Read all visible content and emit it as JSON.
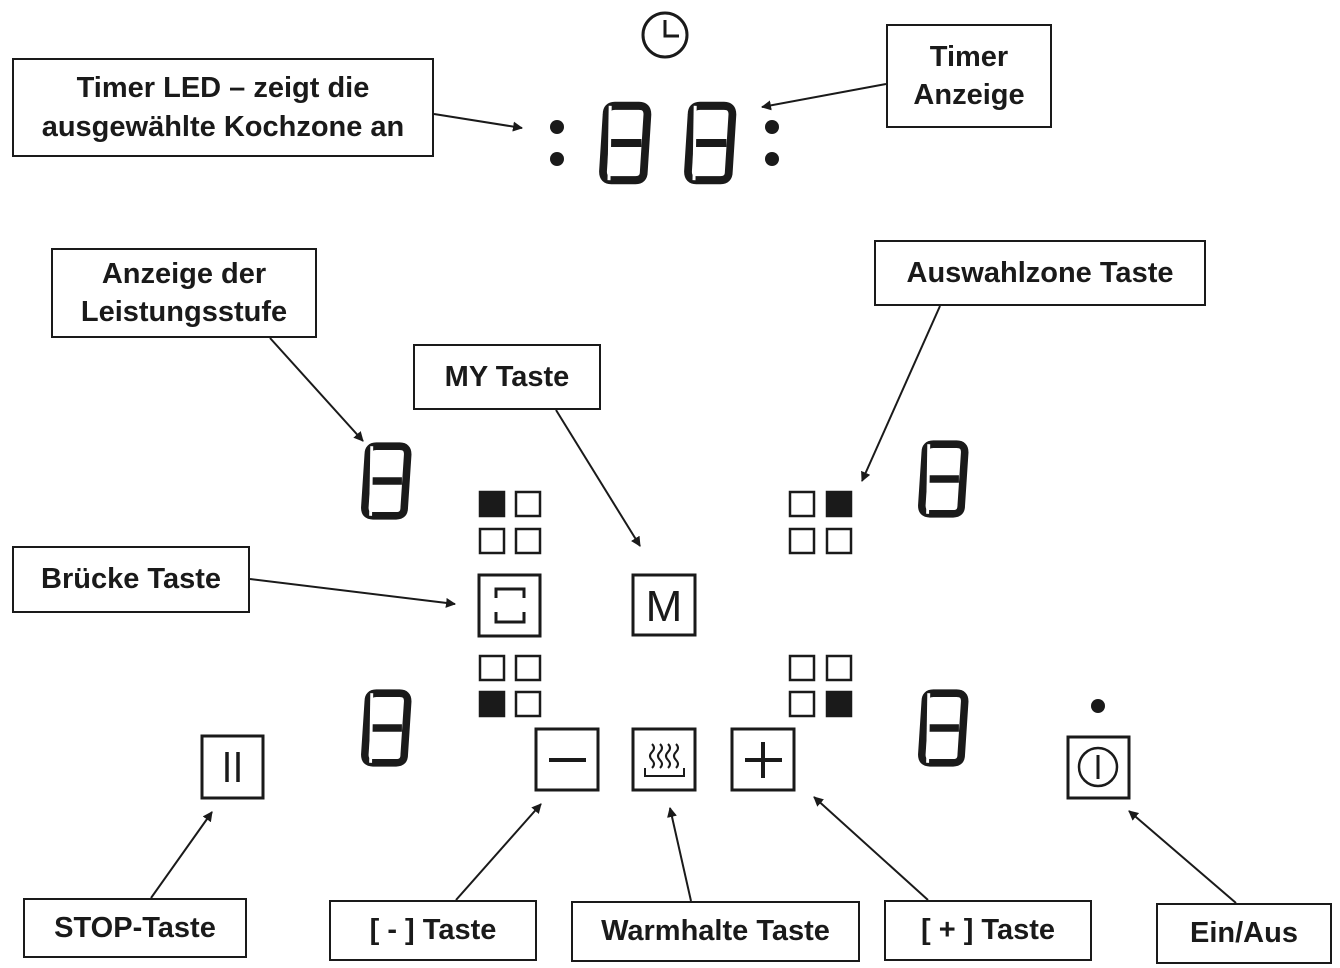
{
  "labels": {
    "timer_led": "Timer LED – zeigt die\nausgewählte Kochzone an",
    "timer_display": "Timer\nAnzeige",
    "power_level_display": "Anzeige der\nLeistungsstufe",
    "zone_select_key": "Auswahlzone Taste",
    "my_key": "MY Taste",
    "bridge_key": "Brücke Taste",
    "stop_key": "STOP-Taste",
    "minus_key": "[ - ] Taste",
    "keep_warm_key": "Warmhalte Taste",
    "plus_key": "[ + ] Taste",
    "on_off": "Ein/Aus"
  },
  "buttons": {
    "m_key_glyph": "M"
  },
  "icons": {
    "timer": "clock-icon",
    "stop": "pause-icon",
    "minus": "minus-icon",
    "keep_warm": "keep-warm-icon",
    "plus": "plus-icon",
    "power": "power-icon",
    "bridge": "bridge-icon",
    "zone": "zone-grid-icon"
  },
  "colors": {
    "ink": "#1a1a1a",
    "background": "#ffffff"
  }
}
